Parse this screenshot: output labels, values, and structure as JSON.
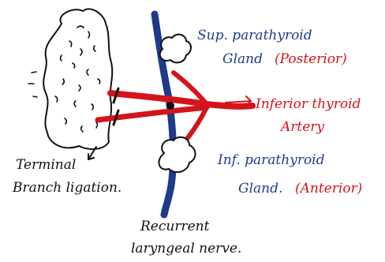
{
  "labels": {
    "sup_parathyroid_l1": "Sup. parathyroid",
    "sup_parathyroid_l2": "Gland",
    "sup_parathyroid_l3": "(Posterior)",
    "inferior_thyroid_l1": "Inferior thyroid",
    "inferior_thyroid_l2": "Artery",
    "terminal_l1": "Terminal",
    "terminal_l2": "Branch ligation.",
    "inf_parathyroid_l1": "Inf. parathyroid",
    "inf_parathyroid_l2": "Gland.",
    "inf_parathyroid_l3": "(Anterior)",
    "recurrent_l1": "Recurrent",
    "recurrent_l2": "laryngeal nerve."
  },
  "colors": {
    "nerve": "#1f3a8a",
    "artery": "#d4141b",
    "ink": "#111111"
  }
}
